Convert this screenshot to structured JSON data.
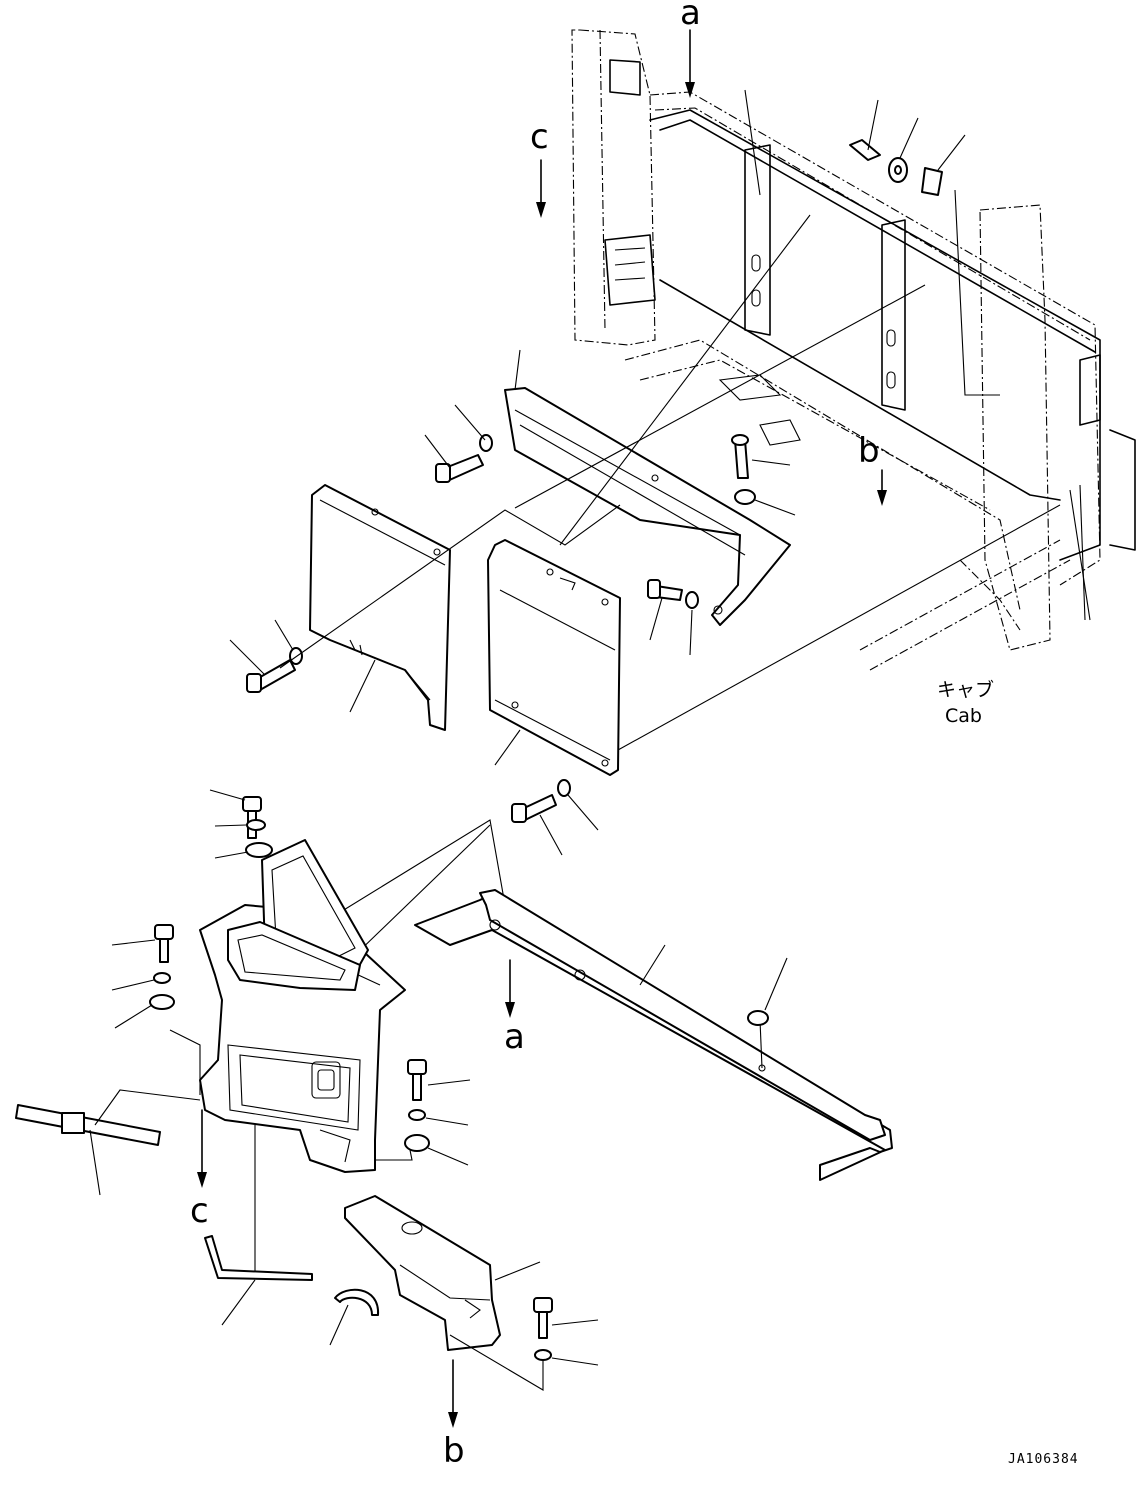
{
  "drawing": {
    "figure_code": "JA106384",
    "cab_label_jp": "キャブ",
    "cab_label_en": "Cab",
    "reference_labels": {
      "a": "a",
      "b": "b",
      "c": "c"
    }
  }
}
